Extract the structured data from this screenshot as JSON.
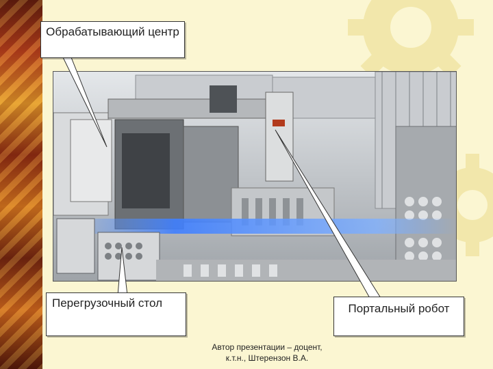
{
  "slide": {
    "callouts": {
      "machining_center": "Обрабатывающий центр",
      "loading_table": "Перегрузочный стол",
      "gantry_robot": "Портальный робот"
    },
    "credit": {
      "line1": "Автор презентации – доцент,",
      "line2": "к.т.н., Штерензон В.А."
    }
  },
  "colors": {
    "background": "#fbf6d2",
    "strip_dark": "#5a1b0e",
    "strip_light": "#e39a2b",
    "gear_tint": "#f1e6a6",
    "photo_gray": "#b9bcbf"
  },
  "icons": {
    "background_gear": "gear-icon"
  }
}
